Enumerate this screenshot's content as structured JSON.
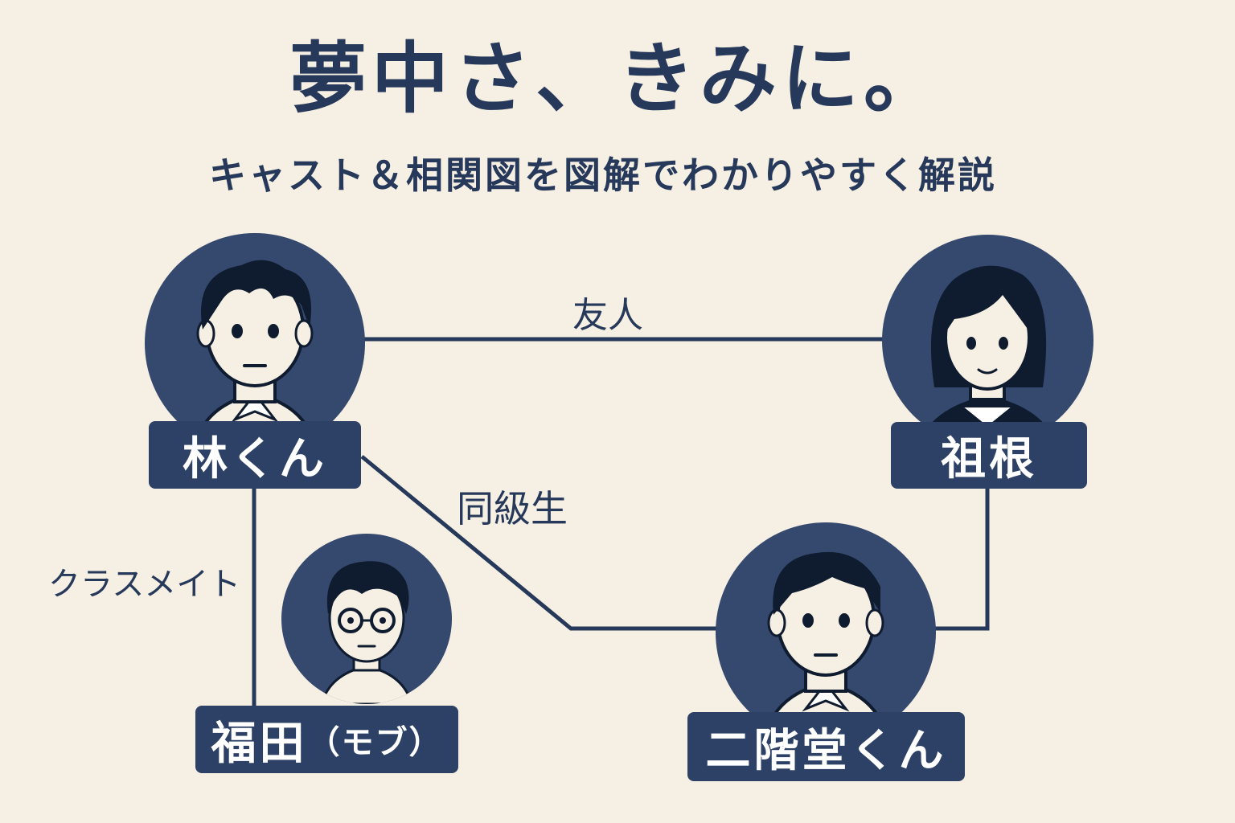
{
  "title": "夢中さ、きみに。",
  "subtitle": "キャスト＆相関図を図解でわかりやすく解説",
  "nodes": {
    "hayashi": {
      "name": "林くん",
      "icon": "boy-avatar-icon"
    },
    "sone": {
      "name": "祖根",
      "icon": "girl-avatar-icon"
    },
    "fukuda": {
      "name": "福田",
      "note": "（モブ）",
      "icon": "glasses-boy-avatar-icon"
    },
    "nikaido": {
      "name": "二階堂くん",
      "icon": "boy-avatar-icon"
    }
  },
  "edges": {
    "friend": "友人",
    "classmate": "クラスメイト",
    "schoolmate": "同級生"
  },
  "colors": {
    "background": "#f6efe3",
    "navy": "#26395a",
    "avatar_bg": "#35496e",
    "label_bg": "#2d4166"
  }
}
